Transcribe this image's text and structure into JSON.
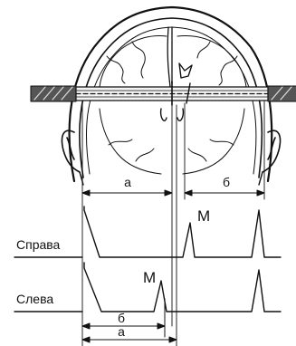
{
  "labels": {
    "distance_a": "а",
    "distance_b": "б",
    "distance_b_lower": "б",
    "distance_a_lower": "а",
    "echo_m_right": "М",
    "echo_m_left": "М",
    "trace_right": "Справа",
    "trace_left": "Слева"
  }
}
